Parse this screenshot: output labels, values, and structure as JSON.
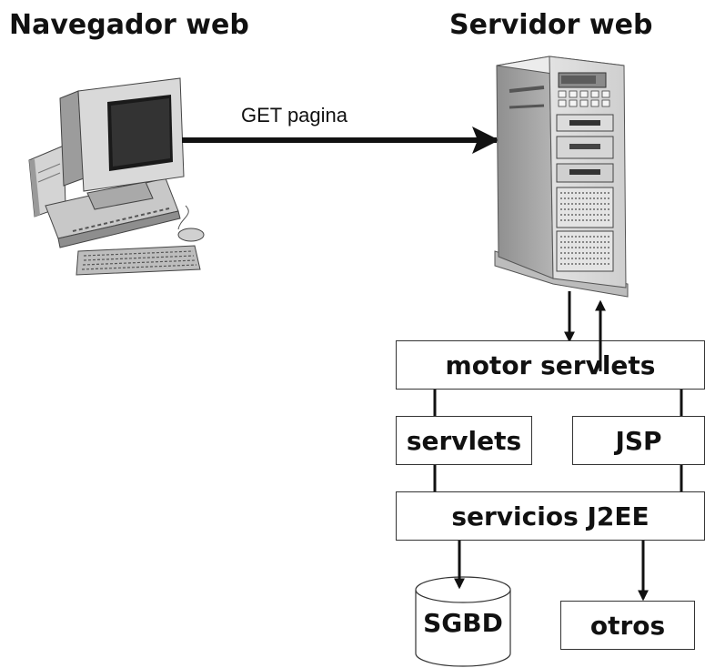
{
  "titles": {
    "client": "Navegador web",
    "server": "Servidor web"
  },
  "request_label": "GET pagina",
  "components": {
    "motor": "motor servlets",
    "servlets": "servlets",
    "jsp": "JSP",
    "j2ee": "servicios J2EE",
    "db": "SGBD",
    "others": "otros"
  },
  "icons": {
    "client": "desktop-computer-icon",
    "server": "tower-server-icon",
    "db": "database-cylinder-icon"
  }
}
